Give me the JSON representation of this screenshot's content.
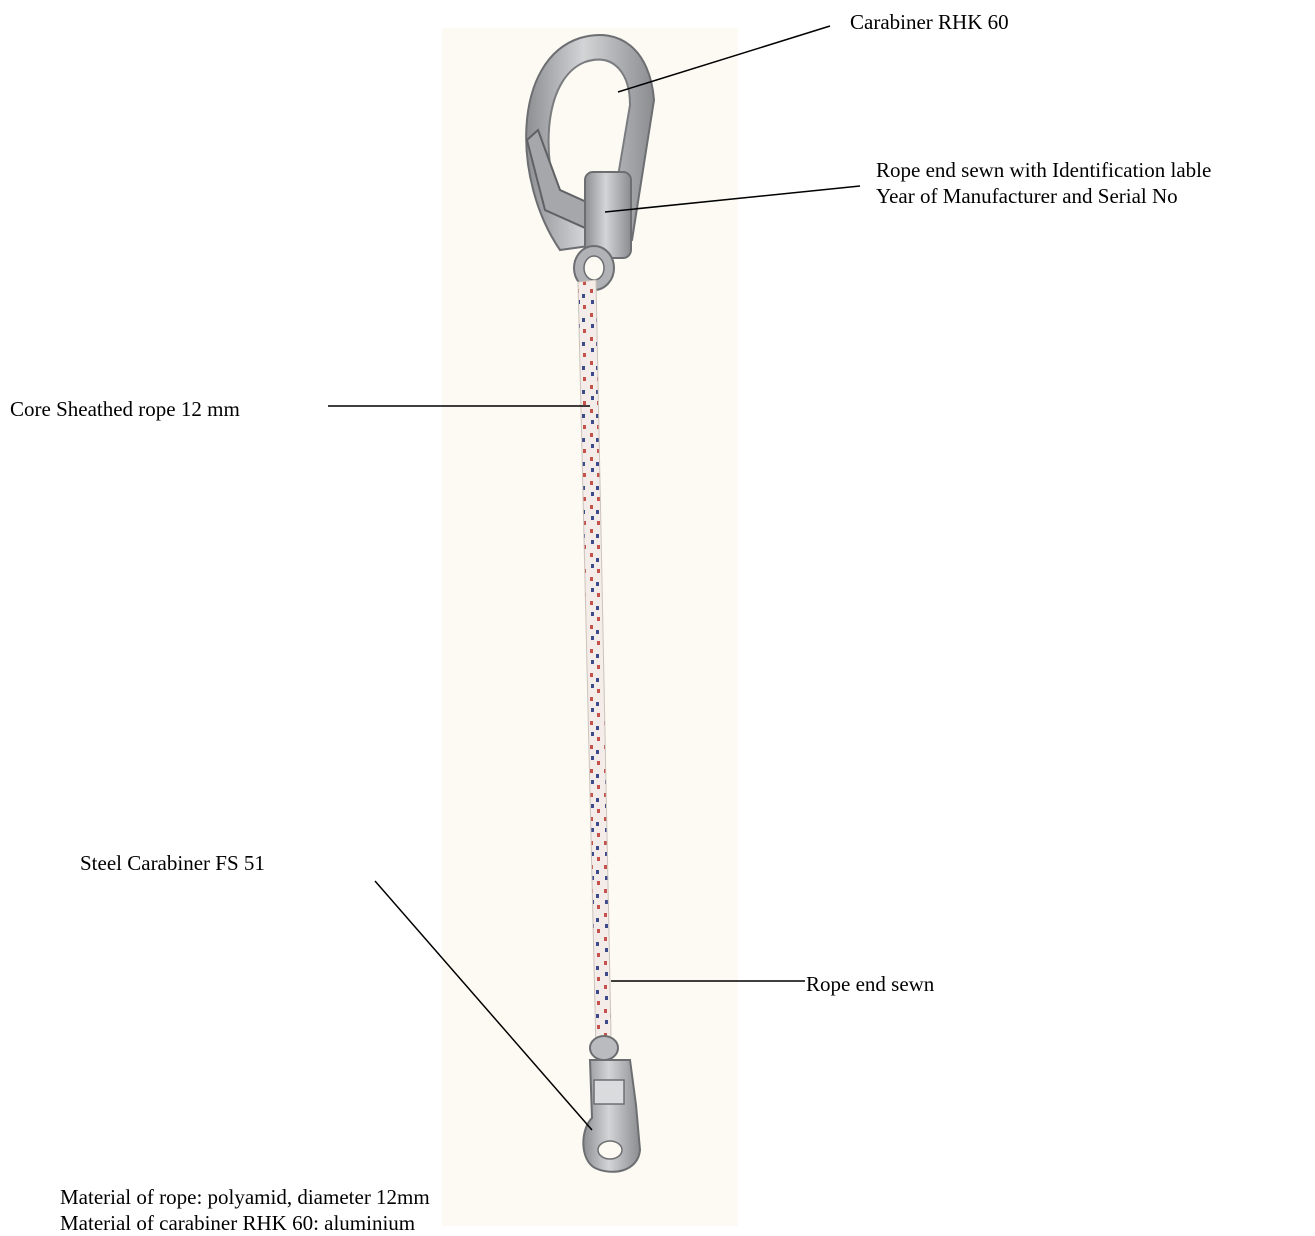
{
  "labels": {
    "carabiner_top": "Carabiner RHK 60",
    "rope_end_label_line1": "Rope end sewn with Identification lable",
    "rope_end_label_line2": "Year of Manufacturer and Serial No",
    "core_rope": "Core Sheathed rope 12 mm",
    "steel_carabiner": "Steel Carabiner FS 51",
    "rope_end_sewn": "Rope end sewn"
  },
  "notes": [
    "Material of rope: polyamid, diameter 12mm",
    "Material of carabiner RHK 60: aluminium"
  ],
  "colors": {
    "background": "#ffffff",
    "photo_background": "#fcfaf3",
    "rope_base": "#f3ece8",
    "rope_red": "#c4524a",
    "rope_blue": "#3d4a8a",
    "metal": "#b3b5b8",
    "metal_dark": "#6c6e72",
    "leader_line": "#000000"
  }
}
